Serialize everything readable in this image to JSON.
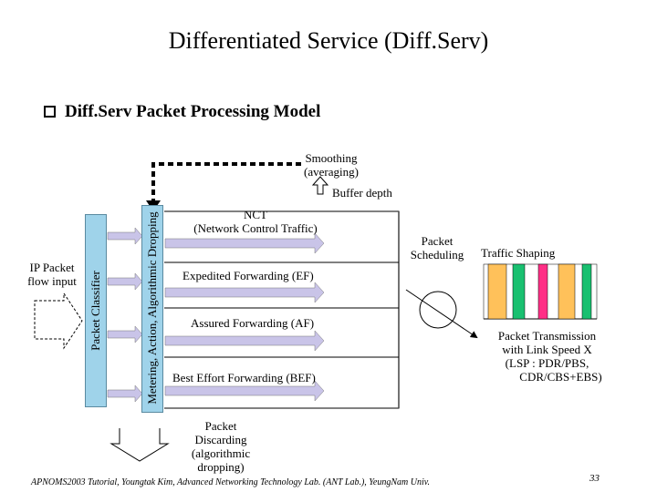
{
  "slide": {
    "title": "Differentiated Service (Diff.Serv)",
    "subheading": "Diff.Serv Packet Processing Model",
    "footer": "APNOMS2003 Tutorial,   Youngtak Kim, Advanced Networking Technology Lab. (ANT Lab.), YeungNam Univ.",
    "page_number": "33"
  },
  "diagram": {
    "input_label_line1": "IP Packet",
    "input_label_line2": "flow input",
    "classifier_label": "Packet Classifier",
    "metering_label": "Metering, Action, Algorithmic Dropping",
    "smoothing_line1": "Smoothing",
    "smoothing_line2": "(averaging)",
    "buffer_depth": "Buffer depth",
    "queues": [
      {
        "line1": "NCT",
        "line2": "(Network Control Traffic)"
      },
      {
        "line1": "Expedited Forwarding (EF)",
        "line2": ""
      },
      {
        "line1": "Assured Forwarding (AF)",
        "line2": ""
      },
      {
        "line1": "Best Effort Forwarding (BEF)",
        "line2": ""
      }
    ],
    "scheduling_line1": "Packet",
    "scheduling_line2": "Scheduling",
    "traffic_shaping": "Traffic Shaping",
    "transmission_lines": [
      "Packet Transmission",
      "with Link Speed X",
      "(LSP : PDR/PBS,",
      "CDR/CBS+EBS)"
    ],
    "discarding_lines": [
      "Packet",
      "Discarding",
      "(algorithmic",
      "dropping)"
    ],
    "colors": {
      "bar_blue": "#9fd3ea",
      "flow_arrow": "#c9c4e8",
      "shaping_orange": "#ffc15a",
      "shaping_green": "#19c070",
      "shaping_pink": "#ff2f86"
    }
  }
}
